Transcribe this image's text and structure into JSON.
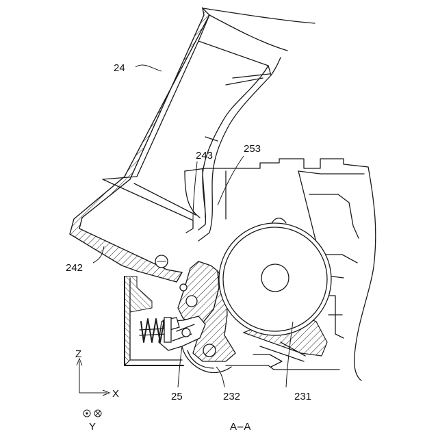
{
  "figure": {
    "section_label": "A–A",
    "reference_numerals": {
      "cover": "24",
      "cover_edge": "243",
      "cover_hinge": "242",
      "rotation_guide": "253",
      "lever": "25",
      "roller_shaft": "232",
      "roller": "231"
    },
    "axes": {
      "z_label": "Z",
      "x_label": "X",
      "y_label": "Y"
    }
  }
}
